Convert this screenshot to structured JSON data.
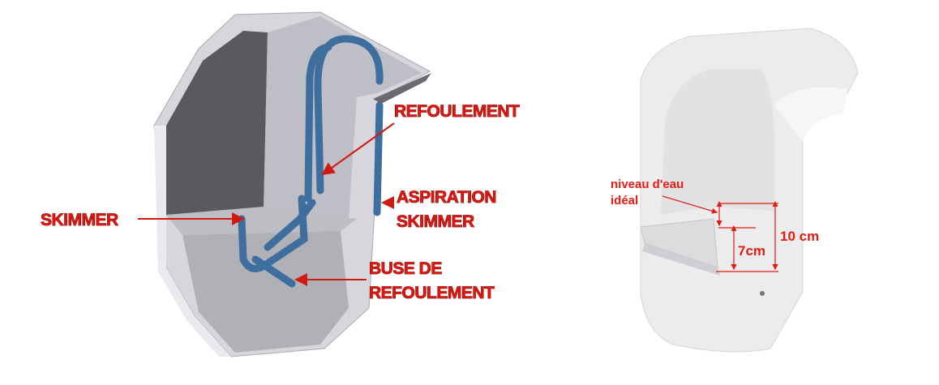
{
  "left_diagram": {
    "labels": {
      "refoulement": "REFOULEMENT",
      "aspiration_line1": "ASPIRATION",
      "aspiration_line2": "SKIMMER",
      "skimmer": "SKIMMER",
      "buse_line1": "BUSE DE",
      "buse_line2": "REFOULEMENT"
    }
  },
  "right_diagram": {
    "labels": {
      "water_level_line1": "niveau d'eau",
      "water_level_line2": "idéal",
      "height_total": "10 cm",
      "height_inner": "7cm"
    }
  },
  "colors": {
    "label": "#e0160f",
    "pipe": "#3d6e9e",
    "body": "#c9c9cf"
  }
}
